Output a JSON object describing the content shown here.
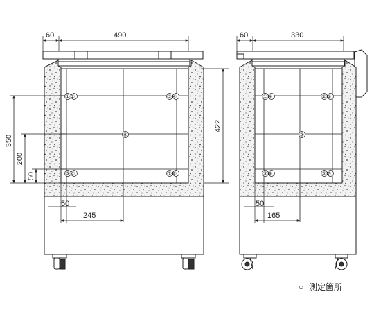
{
  "front_view": {
    "dims": {
      "top_left": "60",
      "top_width": "490",
      "left_h1": "350",
      "left_h2": "200",
      "left_h3": "50",
      "right_h": "422",
      "bottom_offset": "50",
      "bottom_center": "245"
    },
    "points": {
      "top_left": "①②",
      "top_right": "③④",
      "center": "⑨",
      "bottom_left": "⑤⑥",
      "bottom_right": "⑦⑧"
    }
  },
  "side_view": {
    "dims": {
      "top_left": "60",
      "top_width": "330",
      "bottom_offset": "50",
      "bottom_center": "165"
    },
    "points": {
      "top_left": "①④",
      "top_right": "②③",
      "center": "⑨",
      "bottom_left": "⑤⑧",
      "bottom_right": "⑥⑦"
    }
  },
  "legend": {
    "marker": "○",
    "label": "測定箇所"
  },
  "colors": {
    "line": "#222222",
    "insulation": "#f2f2f2",
    "speckle": "#444444"
  }
}
